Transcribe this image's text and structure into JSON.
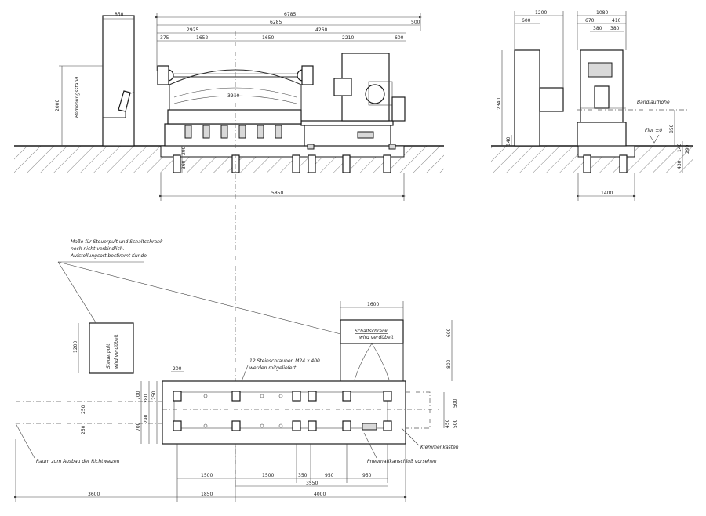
{
  "front_view": {
    "dims": {
      "overall": "6785",
      "d6285": "6285",
      "d500_right": "500",
      "d850": "850",
      "d2925": "2925",
      "d4260": "4260",
      "d375": "375",
      "d1652": "1652",
      "d1650": "1650",
      "d2210": "2210",
      "d600": "600",
      "d3210": "3210",
      "height2000": "2000",
      "d290": "290",
      "d360": "360",
      "base": "5850"
    },
    "label_operator_stand": "Bedienungsstand"
  },
  "side_view": {
    "dims": {
      "d1200": "1200",
      "d600": "600",
      "d1080": "1080",
      "d670": "670",
      "d410": "410",
      "d380a": "380",
      "d380b": "380",
      "height2340": "2340",
      "d140": "140",
      "d850": "850",
      "d140b": "140",
      "d290": "290",
      "d430": "430",
      "d1400": "1400"
    },
    "label_band_height": "Bandlaufhöhe",
    "label_floor": "Flur ±0"
  },
  "plan_view": {
    "note_lines": [
      "Maße für Steuerpult und Schaltschrank",
      "noch nicht verbindlich.",
      "Aufstellungsort bestimmt Kunde."
    ],
    "console_label": [
      "Steuerpult",
      "wird verdübelt"
    ],
    "console_dim": "1200",
    "cabinet_label": [
      "Schaltschrank",
      "wird verdübelt"
    ],
    "cabinet_dims": {
      "width": "1600",
      "upper": "600",
      "lower": "800"
    },
    "anchor_note": [
      "12 Steinschrauben M24 x 400",
      "werden mitgeliefert"
    ],
    "space_note": "Raum zum Ausbau der Richtwalzen",
    "terminal_box": "Klemmenkasten",
    "pneumatic": "Pneumatikanschluß vorsehen",
    "dims": {
      "d200": "200",
      "left_v1": "250",
      "left_v2": "250",
      "left_v3": "290",
      "left_v4": "250",
      "left_v5": "700",
      "left_v6": "280",
      "left_v7": "700",
      "right_500a": "500",
      "right_500b": "500",
      "right_450": "450",
      "d1500a": "1500",
      "d1500b": "1500",
      "d350": "350",
      "d950a": "950",
      "d950b": "950",
      "d3550": "3550",
      "d3600": "3600",
      "d1850": "1850",
      "d4000": "4000"
    }
  }
}
